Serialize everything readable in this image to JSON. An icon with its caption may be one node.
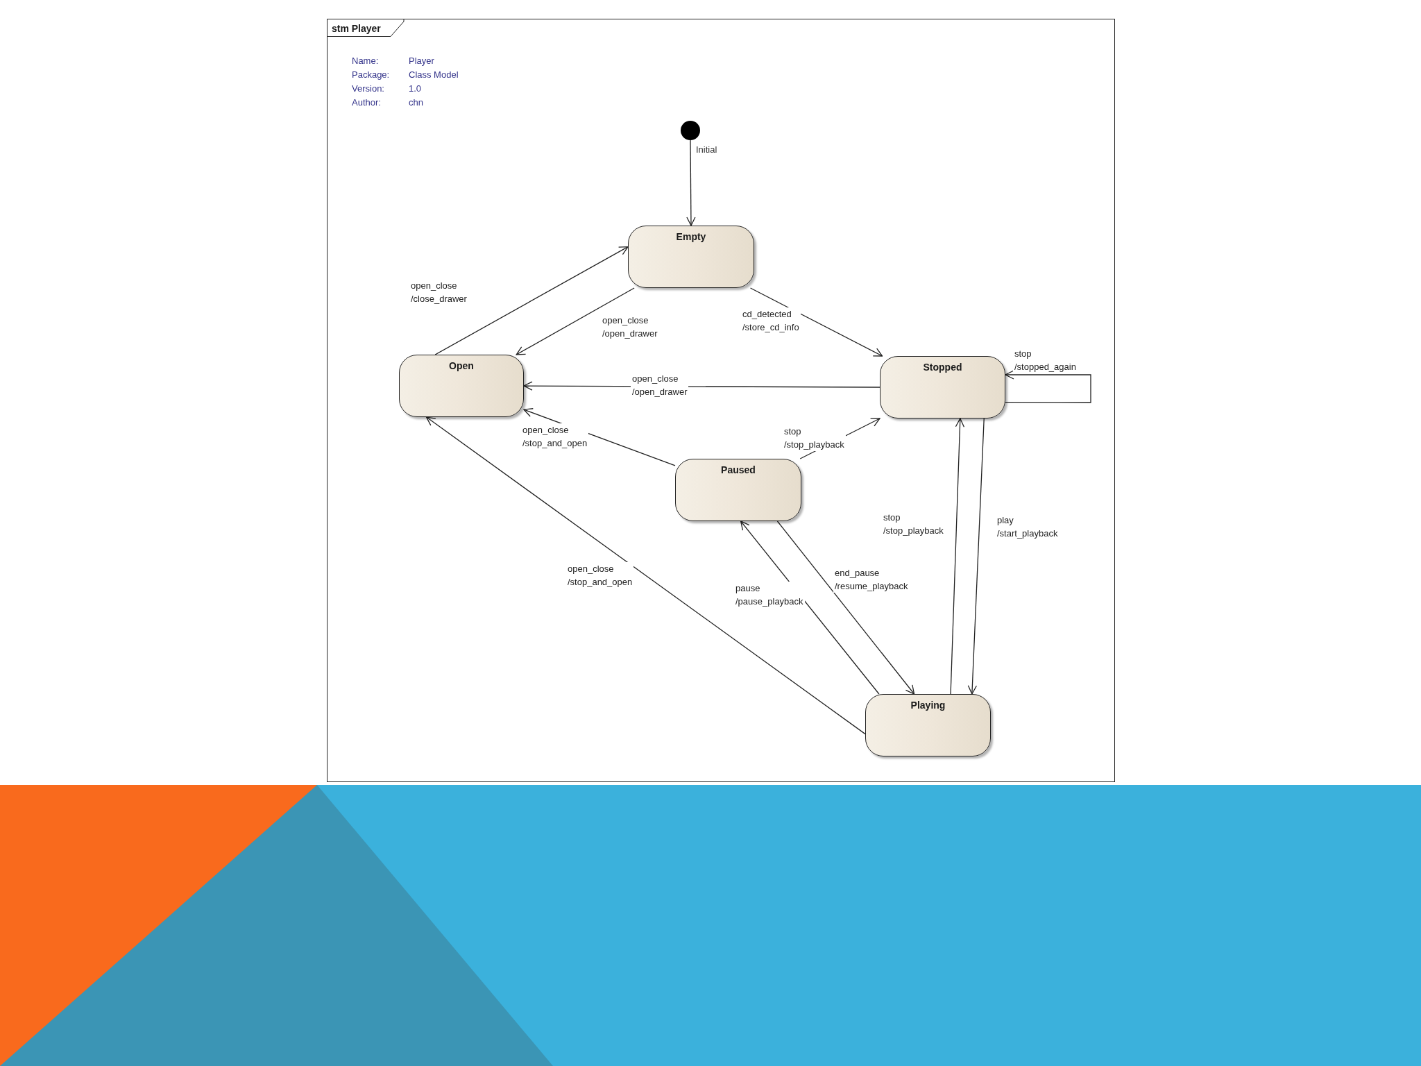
{
  "diagram": {
    "title": "stm Player",
    "nodes": [
      {
        "text": [],
        "shape": "circle",
        "beside": [
          "Initial"
        ]
      },
      {
        "text": [
          "Empty"
        ]
      },
      {
        "text": [
          "Open"
        ]
      },
      {
        "text": [
          "Stopped"
        ]
      },
      {
        "text": [
          "Paused"
        ]
      },
      {
        "text": [
          "Playing"
        ]
      }
    ],
    "edges": [
      {
        "from": 0,
        "to": 1,
        "arrow": "to"
      },
      {
        "from": 2,
        "to": 1,
        "arrow": "to",
        "label": "open_close /close_drawer"
      },
      {
        "from": 1,
        "to": 2,
        "arrow": "to",
        "label": "open_close /open_drawer"
      },
      {
        "from": 1,
        "to": 3,
        "arrow": "to",
        "label": "cd_detected /store_cd_info"
      },
      {
        "from": 3,
        "to": 2,
        "arrow": "to",
        "label": "open_close /open_drawer"
      },
      {
        "from": 4,
        "to": 2,
        "arrow": "to",
        "label": "open_close /stop_and_open"
      },
      {
        "from": 4,
        "to": 3,
        "arrow": "to",
        "label": "stop /stop_playback"
      },
      {
        "from": 3,
        "to": 3,
        "arrow": "to",
        "label": "stop /stopped_again"
      },
      {
        "from": 3,
        "to": 5,
        "arrow": "to",
        "label": "play /start_playback"
      },
      {
        "from": 5,
        "to": 3,
        "arrow": "to",
        "label": "stop /stop_playback"
      },
      {
        "from": 4,
        "to": 5,
        "arrow": "to",
        "label": "end_pause /resume_playback"
      },
      {
        "from": 5,
        "to": 4,
        "arrow": "to",
        "label": "pause /pause_playback"
      },
      {
        "from": 5,
        "to": 2,
        "arrow": "to",
        "label": "open_close /stop_and_open"
      }
    ],
    "labels": [
      "Name:",
      "Player",
      "Package:",
      "Class Model",
      "Version:",
      "1.0",
      "Author:",
      "chn"
    ]
  }
}
